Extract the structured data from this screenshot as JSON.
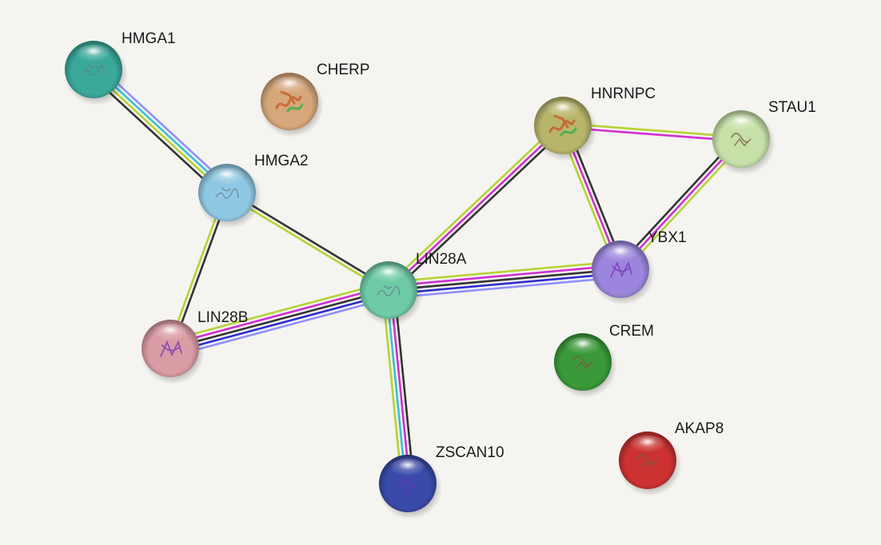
{
  "network": {
    "colors": {
      "background": "#f5f4f0",
      "edge_colors": {
        "textmining": "#b5d334",
        "coexpression": "#333333",
        "experiments": "#d12fd1",
        "databases": "#39c0d4",
        "homology": "#2d2dcf",
        "cooccurrence": "#9090ff"
      }
    },
    "nodes": [
      {
        "id": "HMGA1",
        "label": "HMGA1",
        "color": "#3aa99a",
        "icon": "coil-structure-icon"
      },
      {
        "id": "CHERP",
        "label": "CHERP",
        "color": "#d6a77a",
        "icon": "helix-structure-icon"
      },
      {
        "id": "HMGA2",
        "label": "HMGA2",
        "color": "#8fc8e3",
        "icon": "coil-structure-icon"
      },
      {
        "id": "HNRNPC",
        "label": "HNRNPC",
        "color": "#b7b56a",
        "icon": "helix-structure-icon"
      },
      {
        "id": "STAU1",
        "label": "STAU1",
        "color": "#c6e0a8",
        "icon": "protein-structure-icon"
      },
      {
        "id": "LIN28A",
        "label": "LIN28A",
        "color": "#6ecba6",
        "icon": "coil-structure-icon"
      },
      {
        "id": "YBX1",
        "label": "YBX1",
        "color": "#9c86dd",
        "icon": "beta-barrel-structure-icon"
      },
      {
        "id": "LIN28B",
        "label": "LIN28B",
        "color": "#d99ba4",
        "icon": "beta-barrel-structure-icon"
      },
      {
        "id": "CREM",
        "label": "CREM",
        "color": "#3a9a3a",
        "icon": "protein-structure-icon"
      },
      {
        "id": "ZSCAN10",
        "label": "ZSCAN10",
        "color": "#3a4aa8",
        "icon": "zinc-finger-structure-icon"
      },
      {
        "id": "AKAP8",
        "label": "AKAP8",
        "color": "#cc3232",
        "icon": "protein-structure-icon"
      }
    ],
    "edges": [
      {
        "source": "HMGA1",
        "target": "HMGA2",
        "evidence": [
          "cooccurrence",
          "databases",
          "textmining",
          "coexpression"
        ]
      },
      {
        "source": "HMGA2",
        "target": "LIN28A",
        "evidence": [
          "coexpression",
          "textmining"
        ]
      },
      {
        "source": "HMGA2",
        "target": "LIN28B",
        "evidence": [
          "coexpression",
          "textmining"
        ]
      },
      {
        "source": "HNRNPC",
        "target": "STAU1",
        "evidence": [
          "textmining",
          "experiments"
        ]
      },
      {
        "source": "HNRNPC",
        "target": "LIN28A",
        "evidence": [
          "coexpression",
          "experiments",
          "textmining"
        ]
      },
      {
        "source": "HNRNPC",
        "target": "YBX1",
        "evidence": [
          "coexpression",
          "experiments",
          "textmining"
        ]
      },
      {
        "source": "STAU1",
        "target": "YBX1",
        "evidence": [
          "textmining",
          "experiments",
          "coexpression"
        ]
      },
      {
        "source": "LIN28A",
        "target": "YBX1",
        "evidence": [
          "textmining",
          "experiments",
          "coexpression",
          "homology",
          "cooccurrence"
        ]
      },
      {
        "source": "LIN28A",
        "target": "LIN28B",
        "evidence": [
          "cooccurrence",
          "homology",
          "coexpression",
          "experiments",
          "textmining"
        ]
      },
      {
        "source": "LIN28A",
        "target": "ZSCAN10",
        "evidence": [
          "coexpression",
          "experiments",
          "databases",
          "textmining"
        ]
      }
    ]
  }
}
